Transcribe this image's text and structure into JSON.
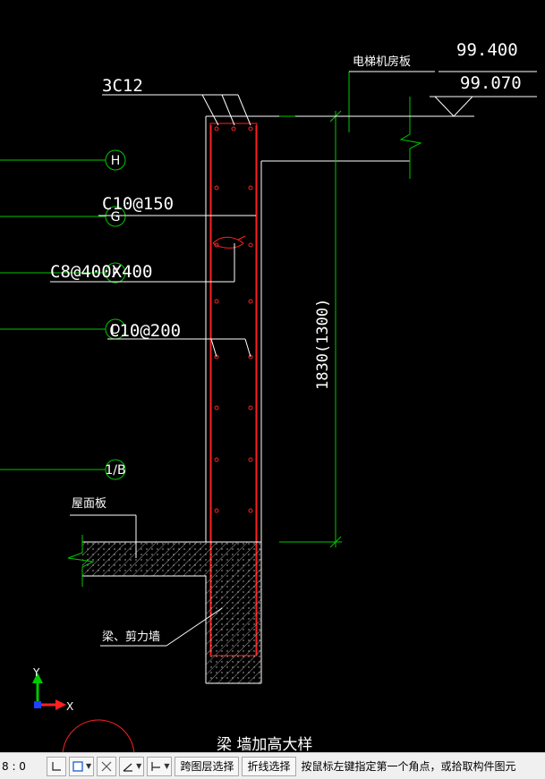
{
  "drawing": {
    "elev_top": "99.400",
    "elev_second": "99.070",
    "label_machine_room_slab": "电梯机房板",
    "label_rebar_top": "3C12",
    "label_stirrup": "C10@150",
    "label_tie": "C8@400X400",
    "label_dist_bar": "C10@200",
    "label_dimension": "1830(1300)",
    "label_roof_slab": "屋面板",
    "label_beam_wall": "梁、剪力墙",
    "title_text": "梁 墙加高大样",
    "axis_labels": [
      "H",
      "G",
      "F",
      "D",
      "1/B"
    ],
    "ucs_y": "Y",
    "ucs_x": "X"
  },
  "statusbar": {
    "coord_prefix": "8 : 0",
    "btn_cross_layer": "跨图层选择",
    "btn_polyline": "折线选择",
    "prompt": "按鼠标左键指定第一个角点，或拾取构件图元"
  },
  "colors": {
    "background": "#000000",
    "line_white": "#ffffff",
    "line_red": "#ff2020",
    "line_green": "#00c800"
  }
}
